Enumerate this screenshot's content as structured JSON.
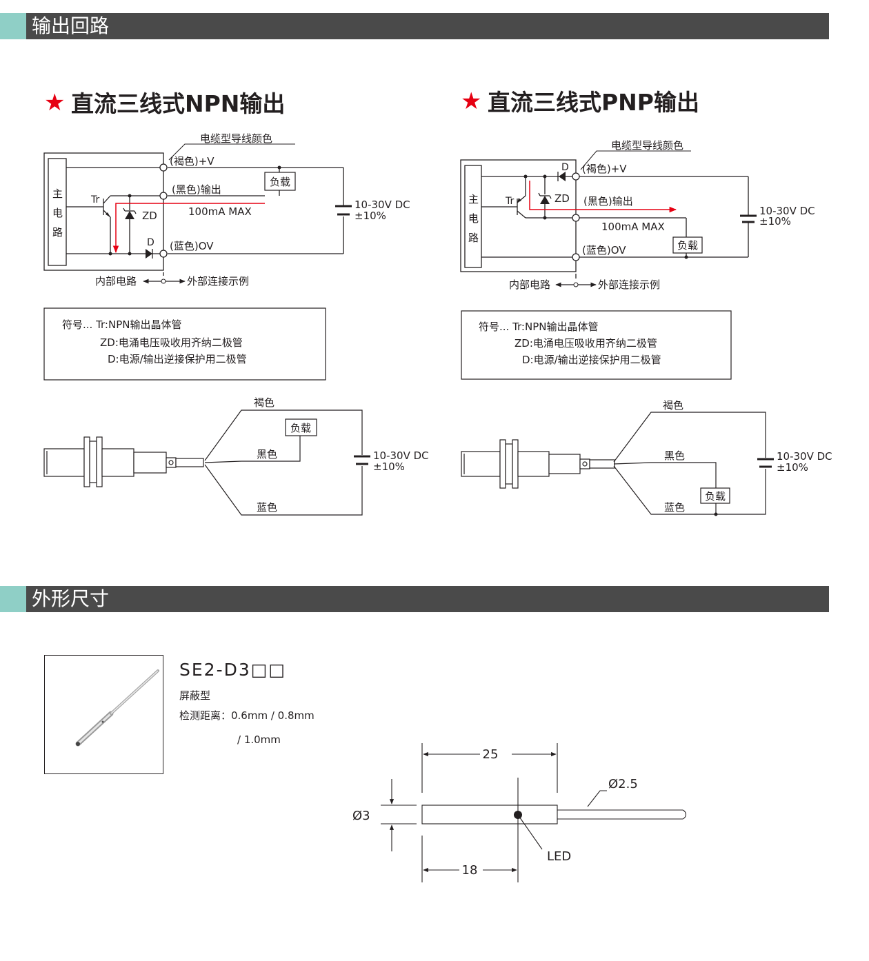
{
  "sections": {
    "output_circuit": "输出回路",
    "dimensions": "外形尺寸"
  },
  "npn": {
    "star": "★",
    "title": "直流三线式NPN输出",
    "cable_colors": "电缆型导线颜色",
    "brown_v": "(褐色)+V",
    "black_out": "(黑色)输出",
    "blue_0v": "(蓝色)OV",
    "load": "负载",
    "tr": "Tr",
    "zd": "ZD",
    "d": "D",
    "max_current": "100mA MAX",
    "supply": "10-30V DC",
    "tolerance": "±10%",
    "main_circuit": [
      "主",
      "电",
      "路"
    ],
    "internal": "内部电路",
    "external": "外部连接示例"
  },
  "pnp": {
    "star": "★",
    "title": "直流三线式PNP输出",
    "cable_colors": "电缆型导线颜色",
    "brown_v": "(褐色)+V",
    "black_out": "(黑色)输出",
    "blue_0v": "(蓝色)OV",
    "load": "负载",
    "tr": "Tr",
    "zd": "ZD",
    "d": "D",
    "max_current": "100mA MAX",
    "supply": "10-30V DC",
    "tolerance": "±10%",
    "main_circuit": [
      "主",
      "电",
      "路"
    ],
    "internal": "内部电路",
    "external": "外部连接示例"
  },
  "legend": {
    "line1": "符号...   Tr:NPN输出晶体管",
    "line2": "ZD:电涌电压吸收用齐纳二极管",
    "line3": "D:电源/输出逆接保护用二极管"
  },
  "wiring_npn": {
    "brown": "褐色",
    "black": "黑色",
    "blue": "蓝色",
    "load": "负载",
    "supply": "10-30V DC",
    "tolerance": "±10%"
  },
  "wiring_pnp": {
    "brown": "褐色",
    "black": "黑色",
    "blue": "蓝色",
    "load": "负载",
    "supply": "10-30V DC",
    "tolerance": "±10%"
  },
  "product": {
    "model": "SE2-D3□□",
    "type": "屏蔽型",
    "distance": "检测距离：0.6mm / 0.8mm",
    "distance_cont": "/ 1.0mm"
  },
  "dims": {
    "length": "25",
    "cable_dia": "Ø2.5",
    "body_dia": "Ø3",
    "led_pos": "18",
    "led": "LED"
  },
  "colors": {
    "accent": "#8fcfc6",
    "section_band": "#4a4a4a",
    "star": "#e60012",
    "current_arrow": "#e60012"
  }
}
